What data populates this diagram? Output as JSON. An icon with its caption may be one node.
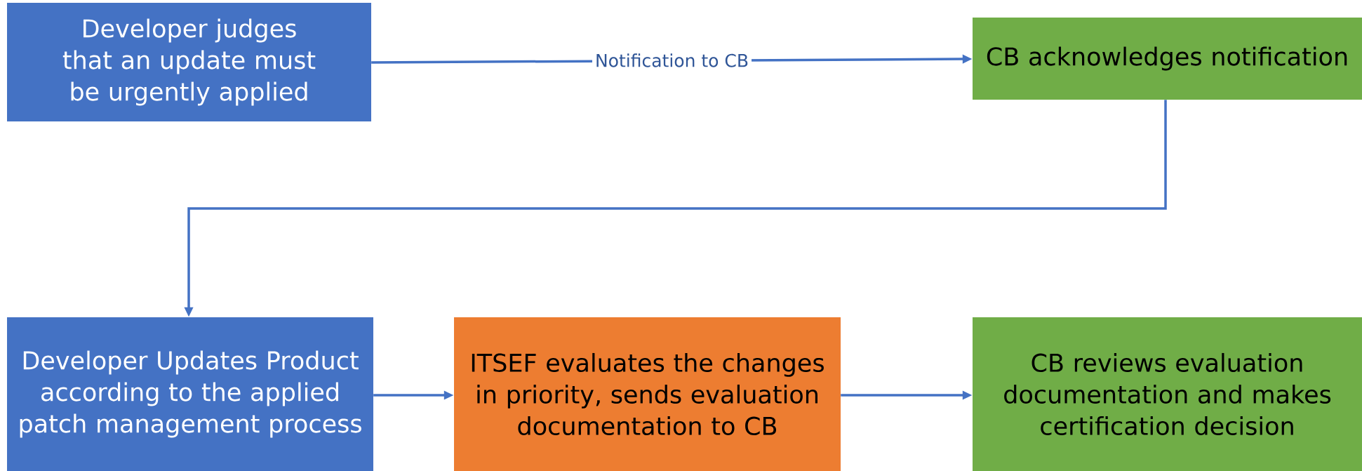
{
  "diagram": {
    "nodes": [
      {
        "text": [
          "Developer judges that an update must be urgently applied"
        ]
      },
      {
        "text": [
          "CB acknowledges notification"
        ]
      },
      {
        "text": [
          "Developer Updates Product according to the applied patch management process"
        ]
      },
      {
        "text": [
          "ITSEF evaluates the changes in priority, sends evaluation documentation to CB"
        ]
      },
      {
        "text": [
          "CB reviews evaluation documentation and makes certification decision"
        ]
      }
    ],
    "edges": [
      {
        "from": 0,
        "to": 1,
        "arrow": "to",
        "label": "Notification to CB"
      },
      {
        "from": 1,
        "to": 2,
        "arrow": "to"
      },
      {
        "from": 2,
        "to": 3,
        "arrow": "to"
      },
      {
        "from": 3,
        "to": 4,
        "arrow": "to"
      }
    ]
  }
}
